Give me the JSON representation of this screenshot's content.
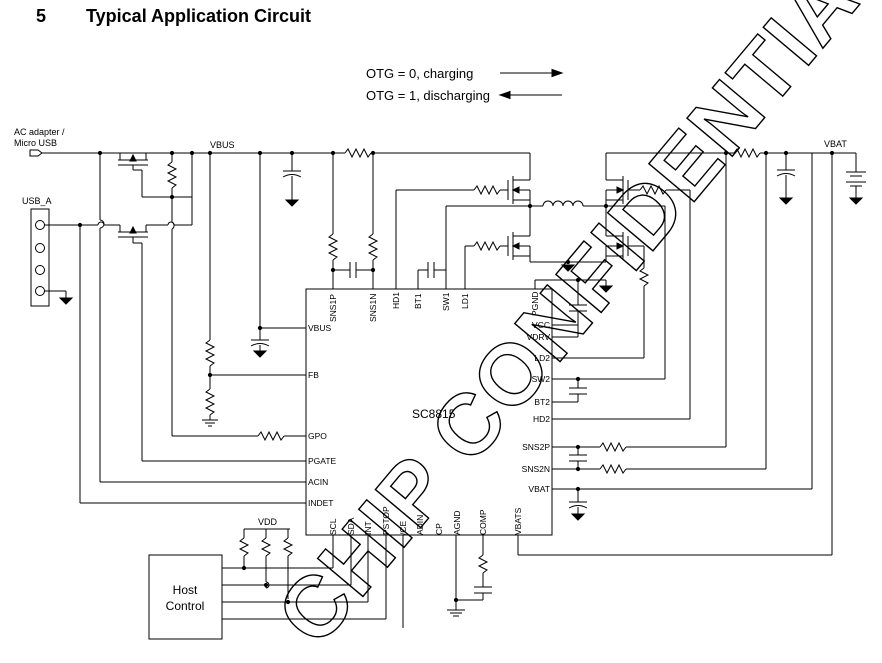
{
  "section": {
    "number": "5",
    "title": "Typical Application Circuit"
  },
  "legend": {
    "line1": "OTG  = 0, charging",
    "line2": "OTG = 1, discharging"
  },
  "labels": {
    "ac_adapter_1": "AC adapter /",
    "ac_adapter_2": "Micro USB",
    "usb_a": "USB_A",
    "vbus": "VBUS",
    "vbat": "VBAT",
    "vdd": "VDD",
    "host_1": "Host",
    "host_2": "Control"
  },
  "ic": {
    "name": "SC8815",
    "left_pins": [
      "VBUS",
      "FB",
      "GPO",
      "PGATE",
      "ACIN",
      "INDET"
    ],
    "top_pins": [
      "SNS1P",
      "SNS1N",
      "HD1",
      "BT1",
      "SW1",
      "LD1",
      "PGND"
    ],
    "right_pins": [
      "VCC",
      "VDRV",
      "LD2",
      "SW2",
      "BT2",
      "HD2",
      "SNS2P",
      "SNS2N",
      "VBAT"
    ],
    "bottom_pins": [
      "SCL",
      "SDA",
      "INT",
      "PSTOP",
      "/CE",
      "ADIN",
      "CP",
      "AGND",
      "COMP",
      "VBATS"
    ]
  },
  "watermark": "CHIP CONFIDENTIAL"
}
